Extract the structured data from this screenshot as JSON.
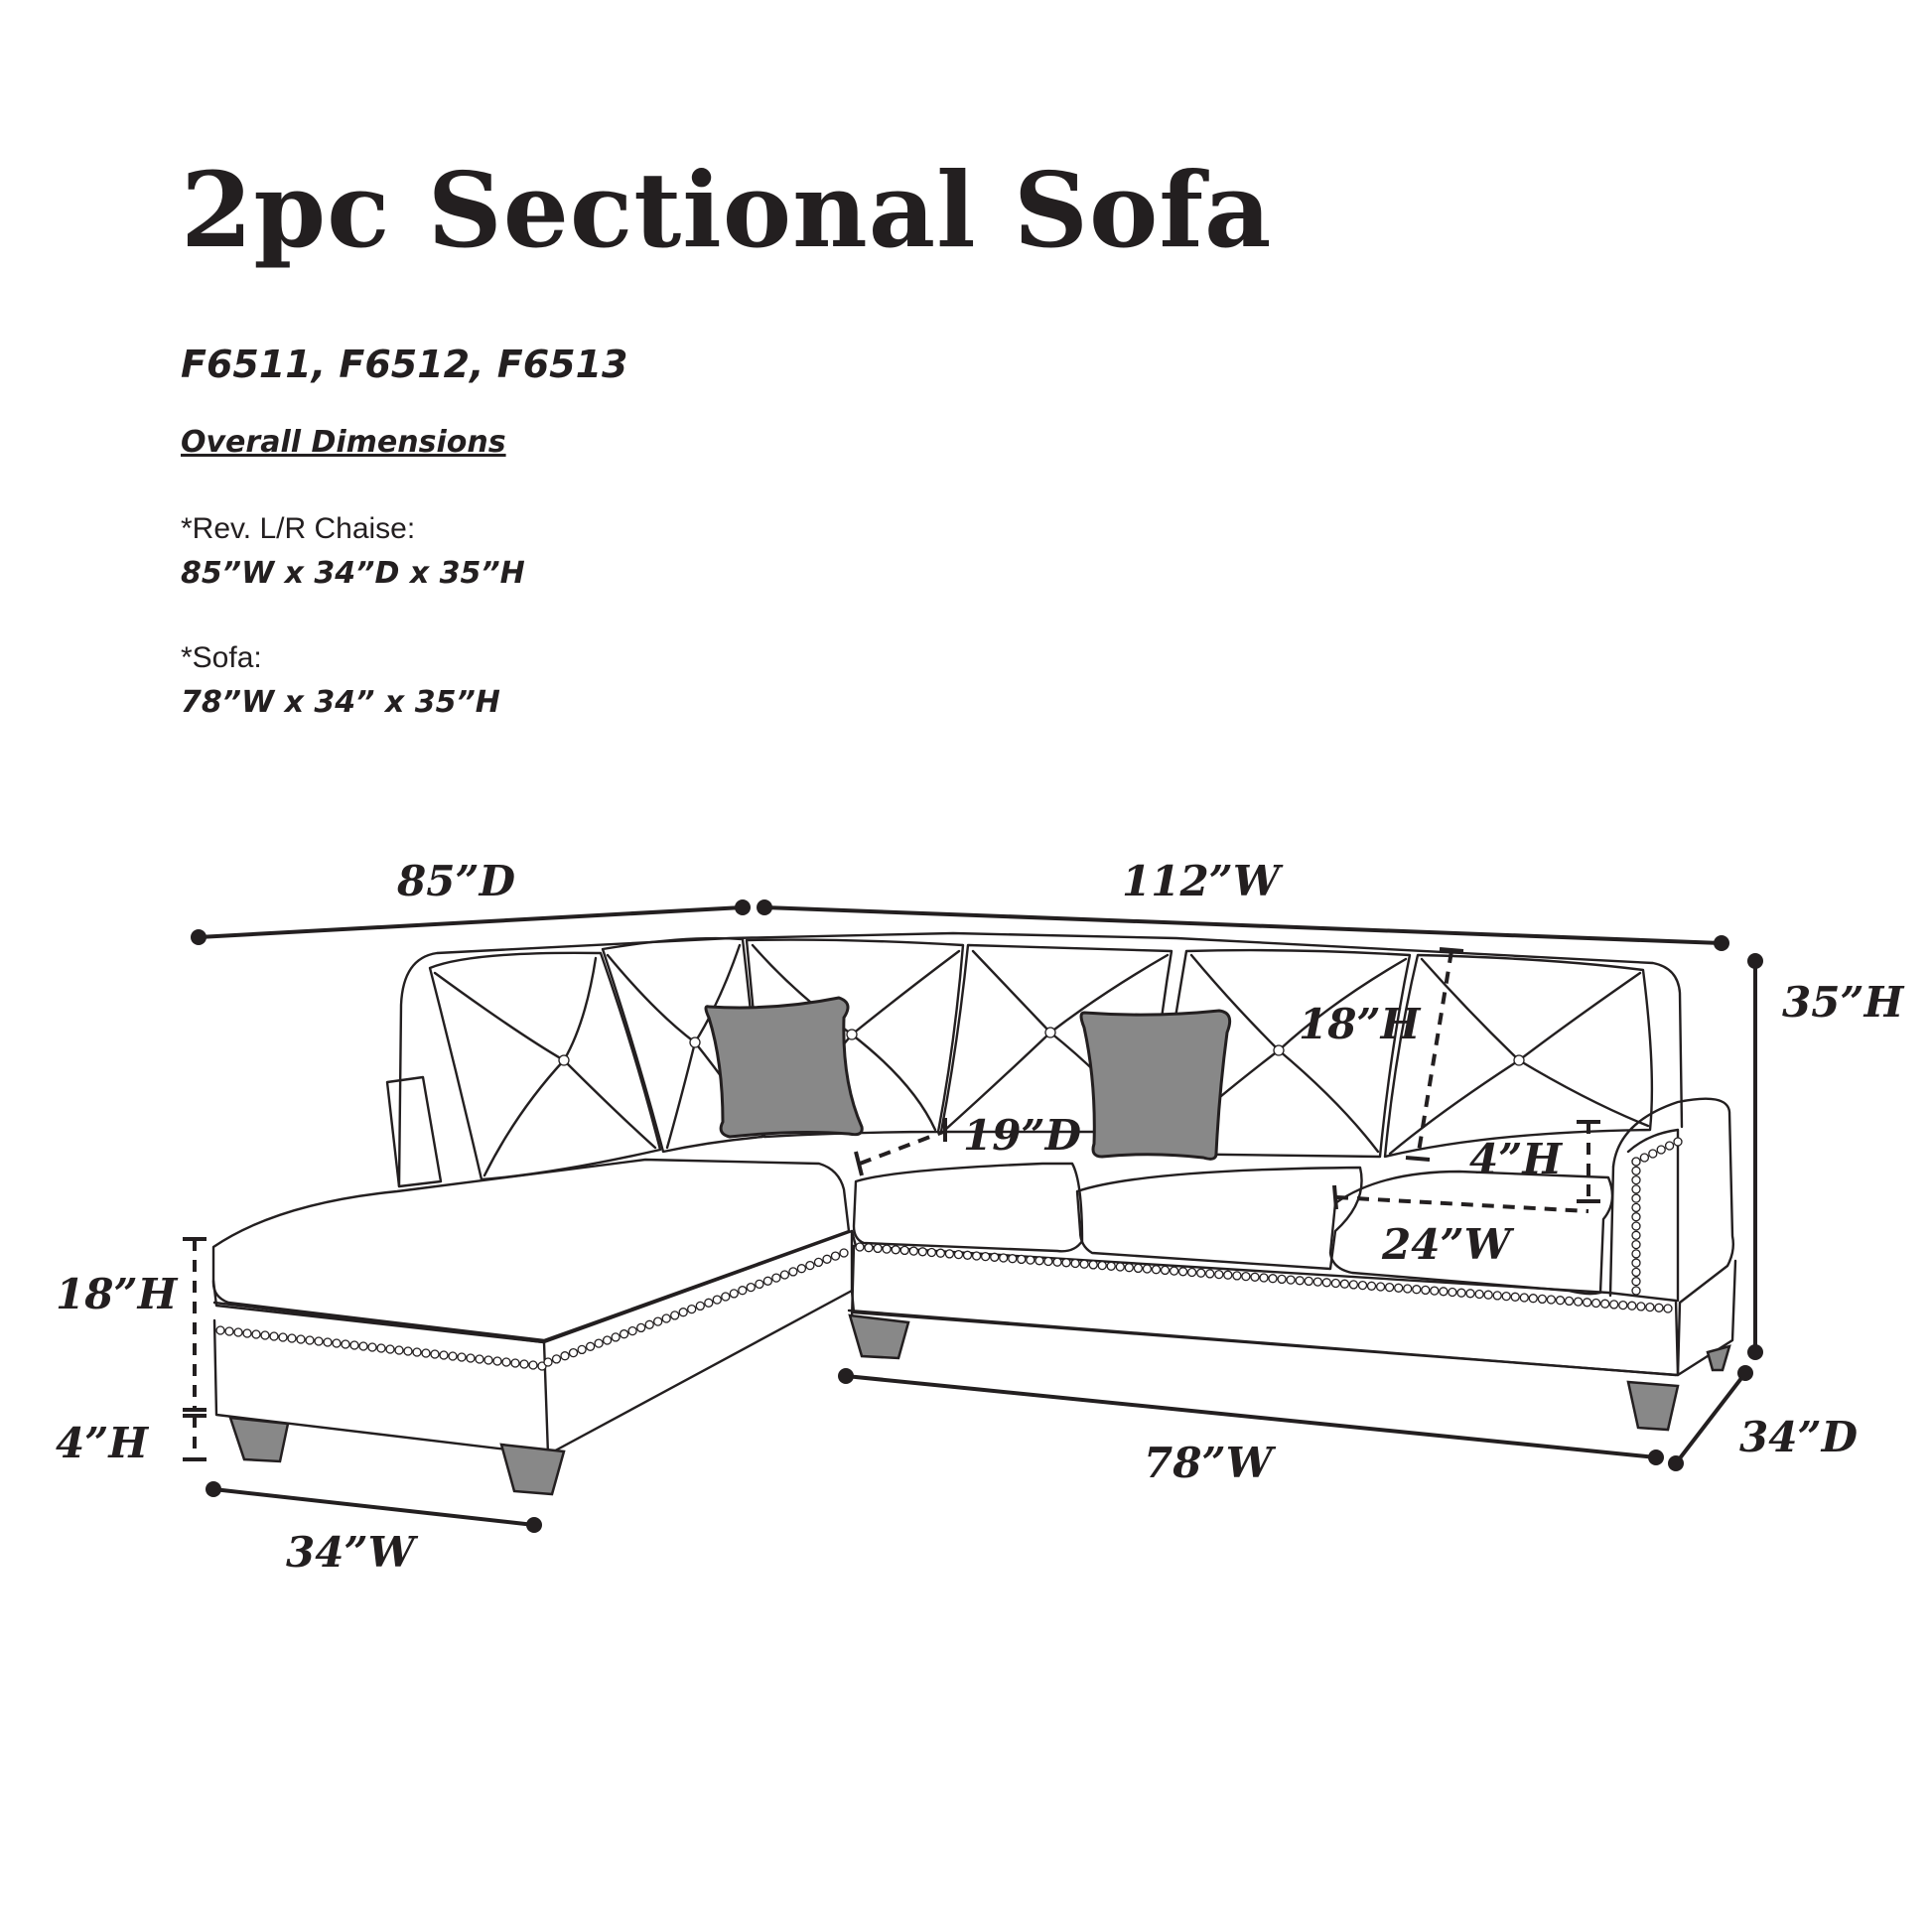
{
  "header": {
    "title": "2pc Sectional Sofa",
    "models": "F6511, F6512, F6513",
    "section_heading": "Overall Dimensions"
  },
  "specs": [
    {
      "label": "*Rev. L/R Chaise:",
      "value": "85”W x 34”D x 35”H"
    },
    {
      "label": "*Sofa:",
      "value": "78”W x 34” x 35”H"
    }
  ],
  "diagram": {
    "dimensions": {
      "chaise_depth": "85”D",
      "total_width": "112”W",
      "total_height": "35”H",
      "sofa_depth": "34”D",
      "sofa_width": "78”W",
      "chaise_width": "34”W",
      "chaise_seat_height": "18”H",
      "leg_height": "4”H",
      "back_height": "18”H",
      "seat_depth": "19”D",
      "arm_height": "4”H",
      "seat_width": "24”W"
    },
    "colors": {
      "line": "#231f20",
      "pillow": "#888888",
      "leg": "#888888",
      "background": "#ffffff"
    }
  }
}
